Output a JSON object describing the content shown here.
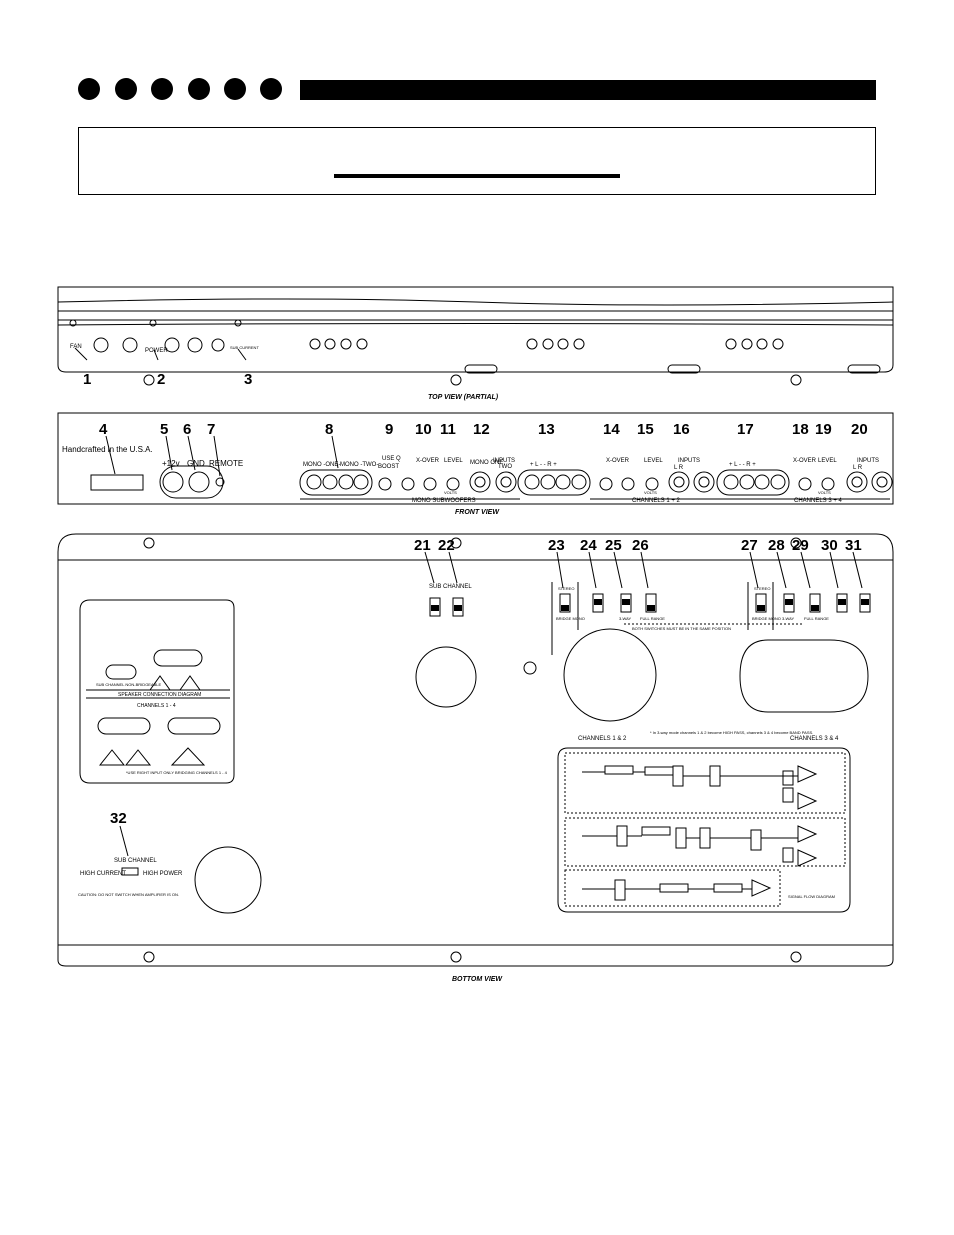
{
  "header": {
    "dot_count": 6
  },
  "top_view": {
    "caption": "TOP VIEW (PARTIAL)",
    "callouts": [
      "1",
      "2",
      "3"
    ],
    "labels": {
      "fuse": "FAN",
      "power": "POWER",
      "current": "SUB CURRENT"
    }
  },
  "front_view": {
    "caption": "FRONT VIEW",
    "callouts": [
      "4",
      "5",
      "6",
      "7",
      "8",
      "9",
      "10",
      "11",
      "12",
      "13",
      "14",
      "15",
      "16",
      "17",
      "18",
      "19",
      "20"
    ],
    "handcrafted": "Handcrafted in the U.S.A.",
    "labels": {
      "plus12v": "+12v",
      "gnd": "GND",
      "remote": "REMOTE",
      "mono_one": "MONO -ONE-",
      "mono_two": "MONO -TWO-",
      "bass_eq": "USE Q",
      "boost": "BOOST",
      "xover": "X-OVER",
      "level": "LEVEL",
      "inputs": "INPUTS",
      "mono_one_in": "MONO ONE",
      "mono_two_in": "TWO",
      "lr13": "+ L -   - R +",
      "lr17": "+ L -   - R +",
      "lr16": "L   R",
      "lr20": "L   R",
      "mono_subwoofers": "MONO SUBWOOFERS",
      "ch12": "CHANNELS 1 + 2",
      "ch34": "CHANNELS 3 + 4",
      "volts": "VOLTS"
    }
  },
  "bottom_view": {
    "caption": "BOTTOM VIEW",
    "callouts": [
      "21",
      "22",
      "23",
      "24",
      "25",
      "26",
      "27",
      "28",
      "29",
      "30",
      "31",
      "32"
    ],
    "labels": {
      "sub_channel": "SUB CHANNEL",
      "stereo": "STEREO",
      "bridge_mono": "BRIDGE MONO",
      "full_range": "FULL RANGE",
      "three_way": "3-WAY",
      "both_switches": "BOTH SWITCHES MUST BE IN THE SAME POSITION",
      "channels12": "CHANNELS 1 & 2",
      "channels34": "CHANNELS 3 & 4",
      "speaker_diagram": "SPEAKER CONNECTION DIAGRAM",
      "channels_1_4": "CHANNELS 1 - 4",
      "sub_channel_nb": "SUB CHANNEL NON-BRIDGEABLE",
      "use_right": "*USE RIGHT INPUT ONLY BRIDGING CHANNELS 1 - 4",
      "high_current": "HIGH CURRENT",
      "high_power": "HIGH POWER",
      "caution": "CAUTION: DO NOT SWITCH WHEN AMPLIFIER IS ON.",
      "sub_channel_32": "SUB CHANNEL",
      "signal_flow": "SIGNAL FLOW DIAGRAM",
      "ch12_3way_note": "* In 3-way mode channels 1 & 2 become HIGH PASS, channels 3 & 4 become BAND PASS."
    }
  }
}
